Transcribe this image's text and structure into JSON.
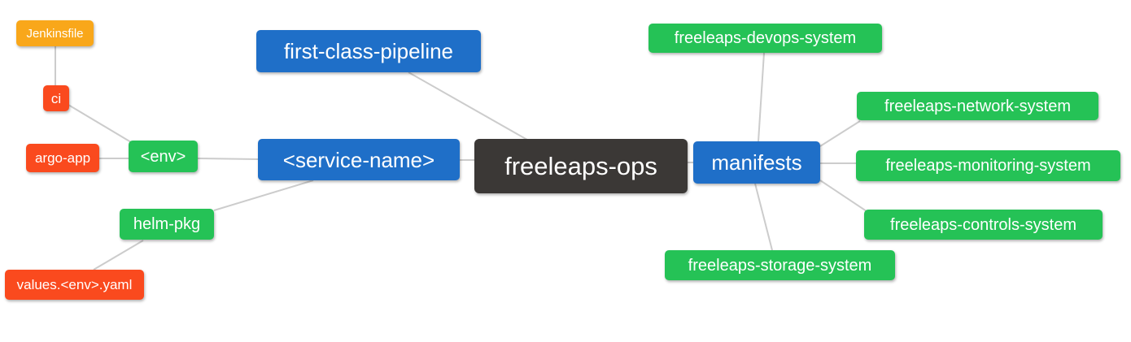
{
  "palette": {
    "canvas_bg": "#FFFFFF",
    "root_bg": "#3B3836",
    "branch_blue_bg": "#1F6FC8",
    "leaf_green_bg": "#25C256",
    "leaf_red_bg": "#FA4A1E",
    "leaf_orange_bg": "#F9A71A",
    "edge_line": "#CCCCCC",
    "node_text": "#FFFFFF"
  },
  "mindmap": {
    "nodes": [
      {
        "id": "freeleaps-ops",
        "label": "freeleaps-ops",
        "role": "root"
      },
      {
        "id": "first-class-pipeline",
        "label": "first-class-pipeline",
        "role": "branch"
      },
      {
        "id": "service-name",
        "label": "<service-name>",
        "role": "branch"
      },
      {
        "id": "manifests",
        "label": "manifests",
        "role": "branch"
      },
      {
        "id": "env",
        "label": "<env>",
        "role": "leaf-green"
      },
      {
        "id": "helm-pkg",
        "label": "helm-pkg",
        "role": "leaf-green"
      },
      {
        "id": "ci",
        "label": "ci",
        "role": "leaf-red"
      },
      {
        "id": "argo-app",
        "label": "argo-app",
        "role": "leaf-red"
      },
      {
        "id": "jenkinsfile",
        "label": "Jenkinsfile",
        "role": "leaf-orange"
      },
      {
        "id": "values-env-yaml",
        "label": "values.<env>.yaml",
        "role": "leaf-red"
      },
      {
        "id": "freeleaps-devops-system",
        "label": "freeleaps-devops-system",
        "role": "leaf-green"
      },
      {
        "id": "freeleaps-network-system",
        "label": "freeleaps-network-system",
        "role": "leaf-green"
      },
      {
        "id": "freeleaps-monitoring-system",
        "label": "freeleaps-monitoring-system",
        "role": "leaf-green"
      },
      {
        "id": "freeleaps-controls-system",
        "label": "freeleaps-controls-system",
        "role": "leaf-green"
      },
      {
        "id": "freeleaps-storage-system",
        "label": "freeleaps-storage-system",
        "role": "leaf-green"
      }
    ],
    "edges": [
      [
        "freeleaps-ops",
        "first-class-pipeline"
      ],
      [
        "freeleaps-ops",
        "service-name"
      ],
      [
        "freeleaps-ops",
        "manifests"
      ],
      [
        "service-name",
        "env"
      ],
      [
        "service-name",
        "helm-pkg"
      ],
      [
        "env",
        "ci"
      ],
      [
        "env",
        "argo-app"
      ],
      [
        "ci",
        "jenkinsfile"
      ],
      [
        "helm-pkg",
        "values-env-yaml"
      ],
      [
        "manifests",
        "freeleaps-devops-system"
      ],
      [
        "manifests",
        "freeleaps-network-system"
      ],
      [
        "manifests",
        "freeleaps-monitoring-system"
      ],
      [
        "manifests",
        "freeleaps-controls-system"
      ],
      [
        "manifests",
        "freeleaps-storage-system"
      ]
    ]
  }
}
